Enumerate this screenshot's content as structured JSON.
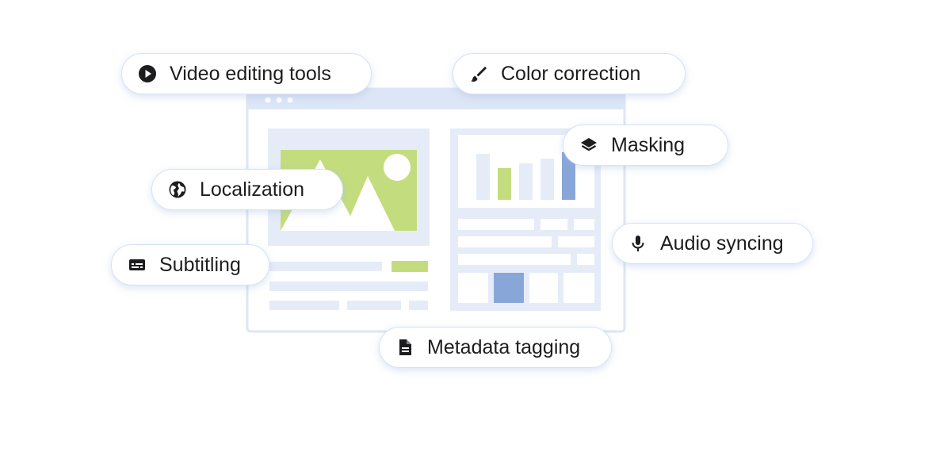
{
  "features": [
    {
      "id": "video-editing",
      "label": "Video editing tools",
      "icon": "play-circle-icon"
    },
    {
      "id": "color-correction",
      "label": "Color correction",
      "icon": "brush-icon"
    },
    {
      "id": "masking",
      "label": "Masking",
      "icon": "layers-icon"
    },
    {
      "id": "localization",
      "label": "Localization",
      "icon": "globe-icon"
    },
    {
      "id": "audio-syncing",
      "label": "Audio syncing",
      "icon": "microphone-icon"
    },
    {
      "id": "subtitling",
      "label": "Subtitling",
      "icon": "subtitles-icon"
    },
    {
      "id": "metadata-tagging",
      "label": "Metadata tagging",
      "icon": "document-icon"
    }
  ],
  "colors": {
    "window_frame": "#dde6f6",
    "panel_fill": "#e5ecf8",
    "accent_green": "#c3dd7e",
    "accent_blue": "#88a6d8",
    "pill_border": "#d7e2f6",
    "text": "#1d1d1f"
  }
}
